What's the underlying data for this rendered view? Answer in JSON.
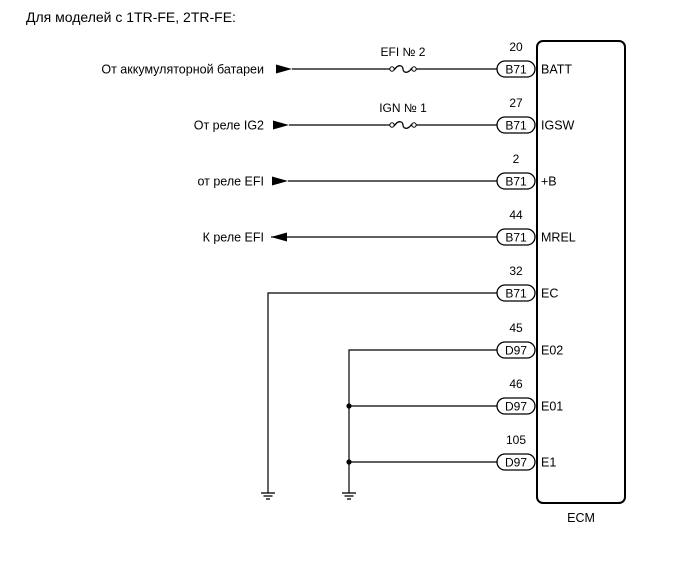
{
  "title": "Для моделей с 1TR-FE, 2TR-FE:",
  "ecm_label": "ECM",
  "rows": [
    {
      "source": "От аккумуляторной батареи",
      "direction": "in",
      "fuse": "EFI № 2",
      "pin": "20",
      "connector": "B71",
      "signal": "BATT"
    },
    {
      "source": "От реле IG2",
      "direction": "in",
      "fuse": "IGN № 1",
      "pin": "27",
      "connector": "B71",
      "signal": "IGSW"
    },
    {
      "source": "от реле EFI",
      "direction": "in",
      "fuse": "",
      "pin": "2",
      "connector": "B71",
      "signal": "+B"
    },
    {
      "source": "К реле EFI",
      "direction": "out",
      "fuse": "",
      "pin": "44",
      "connector": "B71",
      "signal": "MREL"
    },
    {
      "source": "",
      "direction": "ground",
      "fuse": "",
      "pin": "32",
      "connector": "B71",
      "signal": "EC"
    },
    {
      "source": "",
      "direction": "ground",
      "fuse": "",
      "pin": "45",
      "connector": "D97",
      "signal": "E02"
    },
    {
      "source": "",
      "direction": "ground",
      "fuse": "",
      "pin": "46",
      "connector": "D97",
      "signal": "E01"
    },
    {
      "source": "",
      "direction": "ground",
      "fuse": "",
      "pin": "105",
      "connector": "D97",
      "signal": "E1"
    }
  ]
}
